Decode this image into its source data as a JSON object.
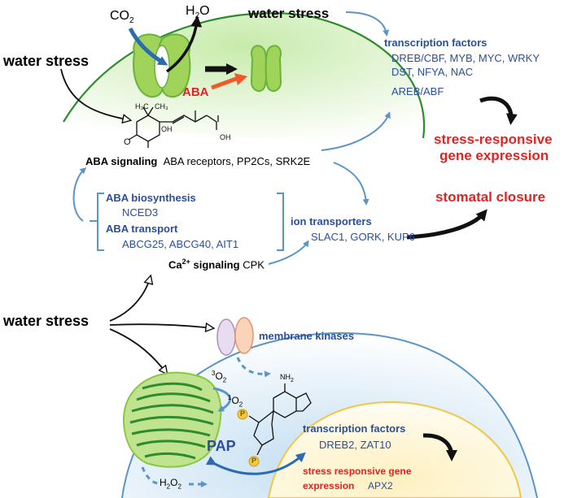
{
  "colors": {
    "arrow_blue": "#5b95c8",
    "text_blue": "#2a4f9a",
    "text_red": "#e02424",
    "leaf_green": "#2e8b2e",
    "chloroplast_green": "#8dc63f",
    "nucleus_yellow": "#f7dc7a",
    "cell_blue_fill": "#d6e8f6",
    "guard_cell_green": "#9fd35a",
    "aba_arrow": "#f05a28"
  },
  "top": {
    "co2": "CO",
    "co2_sub": "2",
    "h2o": "H",
    "h2o_sub": "2",
    "h2o_end": "O",
    "water_stress_top": "water stress",
    "water_stress_left": "water stress",
    "aba_label": "ABA",
    "molecule_oh1": "OH",
    "molecule_oh2": "OH"
  },
  "tf_top": {
    "title": "transcription factors",
    "line1": "DREB/CBF, MYB, MYC, WRKY",
    "line2": "DST, NFYA, NAC",
    "line3": "AREB/ABF"
  },
  "outcomes": {
    "gene_expression_line1": "stress-responsive",
    "gene_expression_line2": "gene expression",
    "stomatal_closure": "stomatal closure"
  },
  "aba_signaling": {
    "title": "ABA signaling",
    "items": "ABA receptors, PP2Cs, SRK2E"
  },
  "aba_box": {
    "biosynthesis_title": "ABA biosynthesis",
    "biosynthesis_gene": "NCED3",
    "transport_title": "ABA transport",
    "transport_genes": "ABCG25, ABCG40, AIT1"
  },
  "calcium": {
    "ca": "Ca",
    "ca_sup": "2+",
    "title": " signaling",
    "gene": "CPK"
  },
  "ion": {
    "title": "ion transporters",
    "genes": "SLAC1, GORK, KUP6"
  },
  "bottom": {
    "water_stress": "water stress",
    "membrane_kinases": "membrane kinases",
    "singlet_o2_top_sup": "3",
    "singlet_o2_top": "O",
    "singlet_o2_top_sub": "2",
    "singlet_o2_bot_sup": "1",
    "singlet_o2_bot": "O",
    "singlet_o2_bot_sub": "2",
    "h2o2_a": "H",
    "h2o2_sub1": "2",
    "h2o2_b": "O",
    "h2o2_sub2": "2",
    "pap": "PAP",
    "p_badge": "P",
    "nh2": "NH",
    "nh2_sub": "2"
  },
  "tf_bottom": {
    "title": "transcription factors",
    "genes": "DREB2, ZAT10",
    "gene_expr_line1": "stress responsive gene",
    "gene_expr_line2": "expression",
    "apx": "APX2"
  }
}
